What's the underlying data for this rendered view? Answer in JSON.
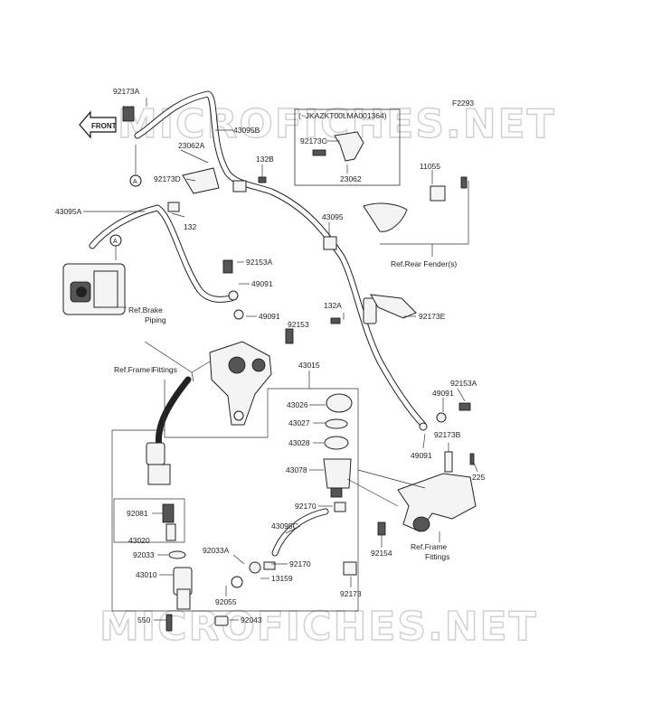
{
  "diagram_code": "F2293",
  "serial_note": "(~JKAZKT00LMA001364)",
  "watermark": "MICROFICHES.NET",
  "front_label": "FRONT",
  "circle_marker": "A",
  "notes": {
    "brake_piping": [
      "Ref.Brake",
      "Piping"
    ],
    "frame_fittings_left": "Ref.Frame Fittings",
    "rear_fender": "Ref.Rear Fender(s)",
    "frame_fittings_right": [
      "Ref.Frame",
      "Fittings"
    ]
  },
  "labels": {
    "p92173A": "92173A",
    "p43095B": "43095B",
    "p23062A": "23062A",
    "p92173D": "92173D",
    "p132B": "132B",
    "p132": "132",
    "p43095A": "43095A",
    "p92173C": "92173C",
    "p23062": "23062",
    "p11055": "11055",
    "p43095": "43095",
    "p92153A_top": "92153A",
    "p49091_a": "49091",
    "p49091_b": "49091",
    "p92153": "92153",
    "p132A": "132A",
    "p92173E": "92173E",
    "p43015": "43015",
    "p43026": "43026",
    "p43027": "43027",
    "p43028": "43028",
    "p43078": "43078",
    "p92170_a": "92170",
    "p43095C": "43095C",
    "p92081": "92081",
    "p43020": "43020",
    "p92033": "92033",
    "p43010": "43010",
    "p550": "550",
    "p92033A": "92033A",
    "p92170_b": "92170",
    "p13159": "13159",
    "p92055": "92055",
    "p92043": "92043",
    "p92154": "92154",
    "p92173": "92173",
    "p92153A_right": "92153A",
    "p49091_c": "49091",
    "p92173B": "92173B",
    "p49091_d": "49091",
    "p225": "225"
  }
}
